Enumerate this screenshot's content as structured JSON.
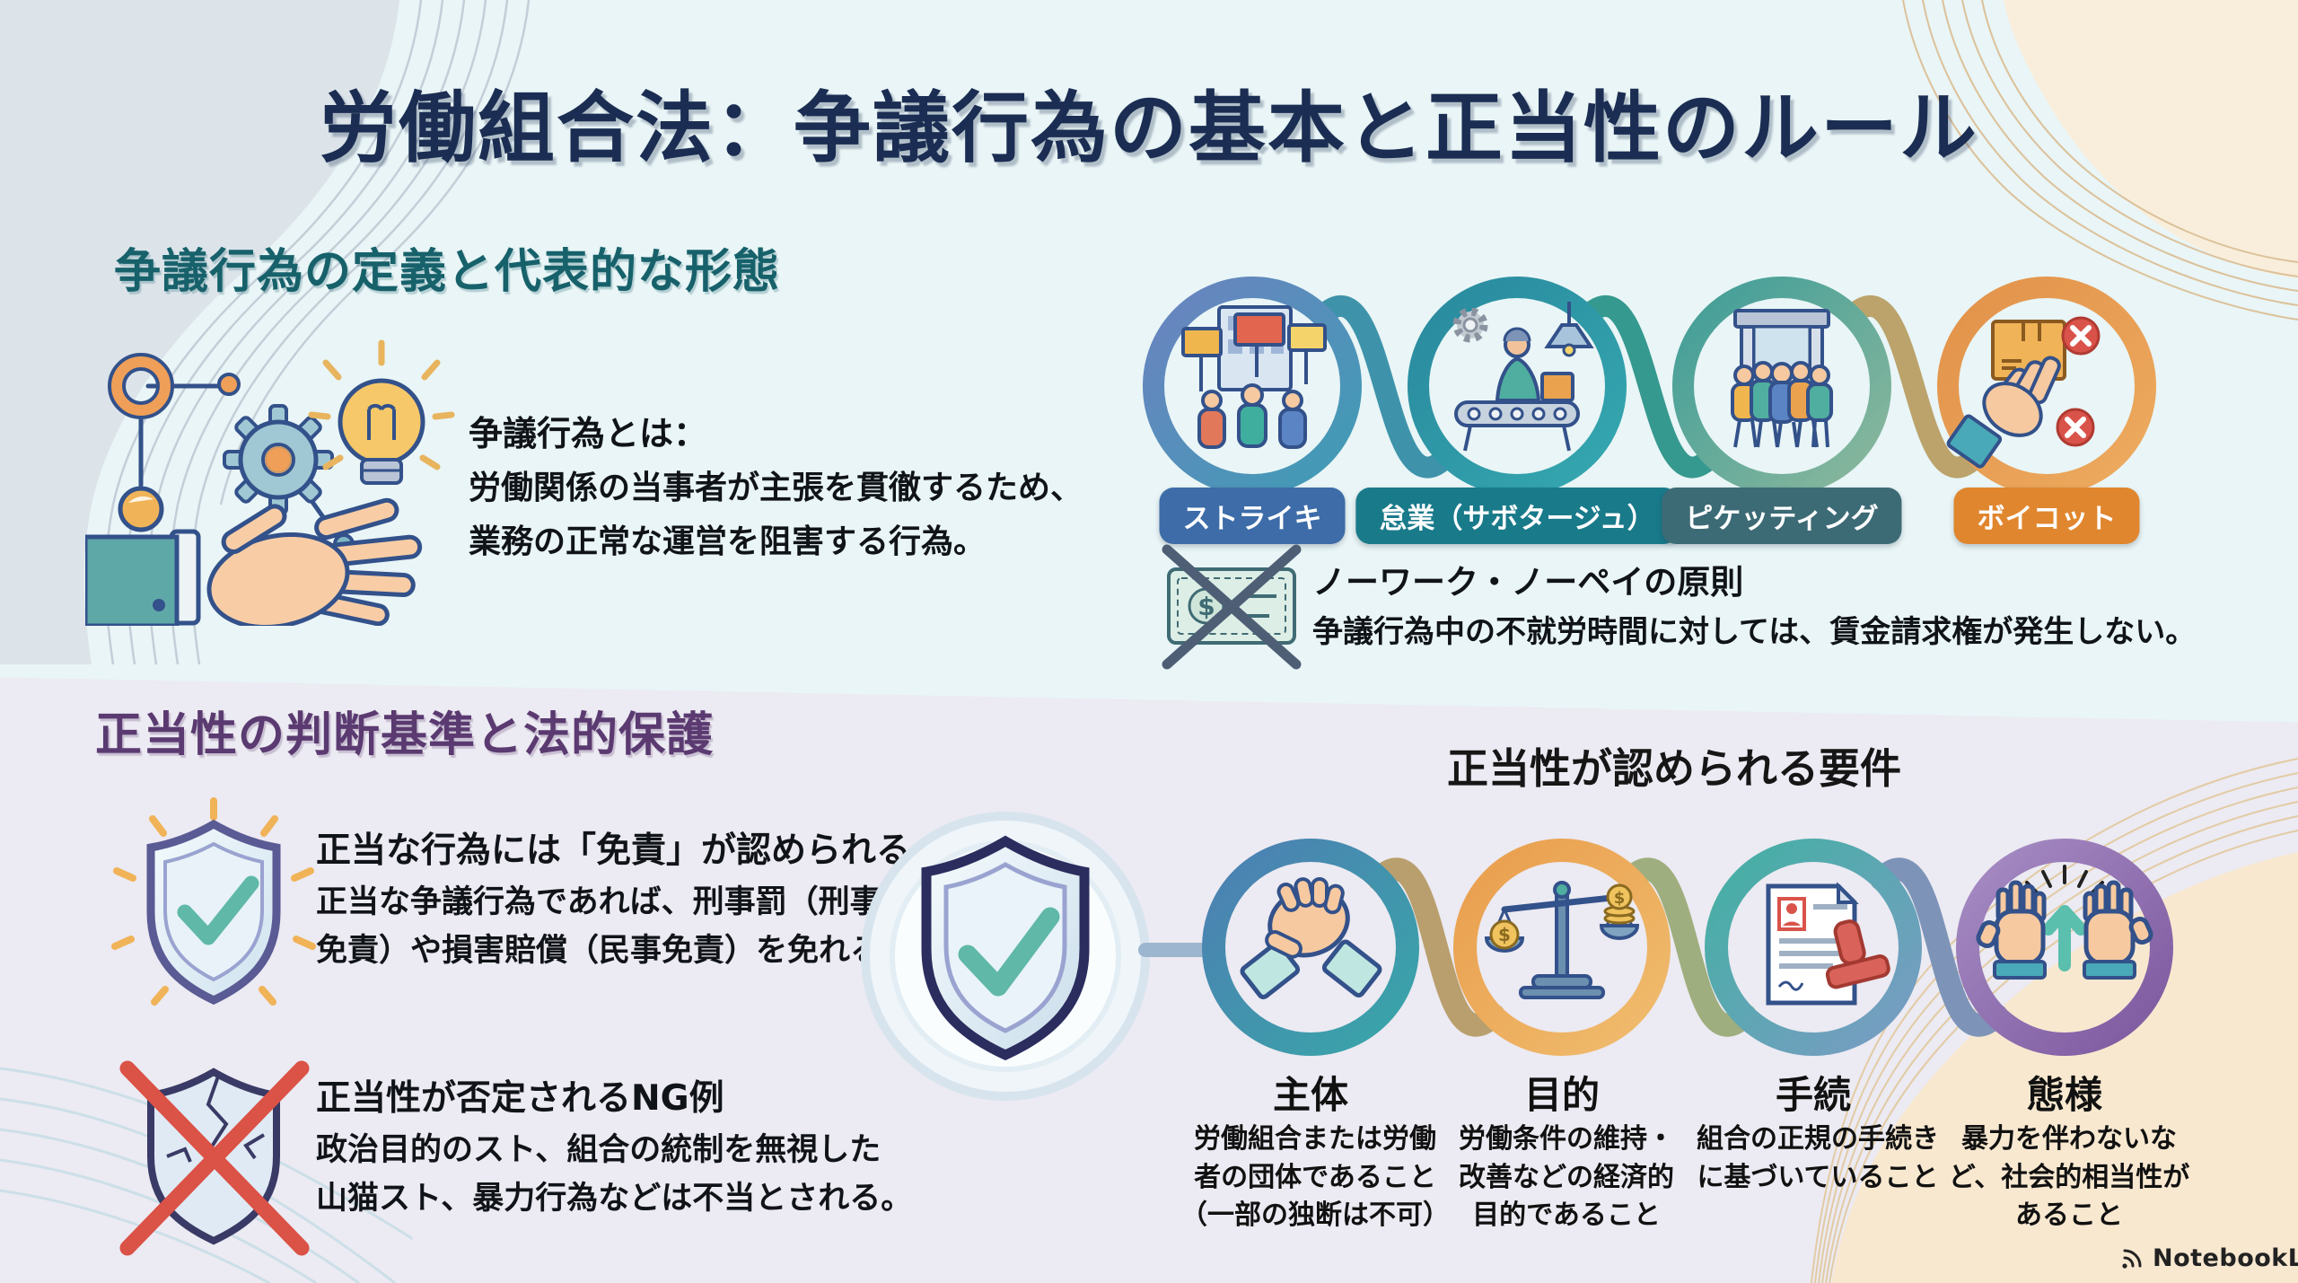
{
  "title": "労働組合法：争議行為の基本と正当性のルール",
  "section1": {
    "heading": "争議行為の定義と代表的な形態",
    "definition": {
      "lead": "争議行為とは：",
      "lines": [
        "労働関係の当事者が主張を貫徹するため、",
        "業務の正常な運営を阻害する行為。"
      ]
    },
    "forms": [
      {
        "label": "ストライキ",
        "color": "#3d6ca8",
        "icon": "crowd-with-placards"
      },
      {
        "label": "怠業（サボタージュ）",
        "color": "#197a8a",
        "icon": "worker-at-conveyor"
      },
      {
        "label": "ピケッティング",
        "color": "#3d6b75",
        "icon": "people-blocking-gate"
      },
      {
        "label": "ボイコット",
        "color": "#e0862e",
        "icon": "hand-refusing-box"
      }
    ],
    "no_work_no_pay": {
      "heading": "ノーワーク・ノーペイの原則",
      "body": "争議行為中の不就労時間に対しては、賃金請求権が発生しない。",
      "icon": "crossed-out-banknote"
    }
  },
  "section2": {
    "heading": "正当性の判断基準と法的保護",
    "immunity": {
      "heading": "正当な行為には「免責」が認められる",
      "lines": [
        "正当な争議行為であれば、刑事罰（刑事",
        "免責）や損害賠償（民事免責）を免れる。"
      ],
      "icon": "shield-with-checkmark"
    },
    "ng": {
      "heading": "正当性が否定されるNG例",
      "lines": [
        "政治目的のスト、組合の統制を無視した",
        "山猫スト、暴力行為などは不当とされる。"
      ],
      "icon": "broken-shield-with-x"
    },
    "requirements": {
      "heading": "正当性が認められる要件",
      "hub_icon": "shield-with-checkmark",
      "items": [
        {
          "title": "主体",
          "icon": "clasped-hands",
          "lines": [
            "労働組合または労働",
            "者の団体であること",
            "（一部の独断は不可）"
          ]
        },
        {
          "title": "目的",
          "icon": "balance-scale-with-coins",
          "lines": [
            "労働条件の維持・",
            "改善などの経済的",
            "目的であること"
          ]
        },
        {
          "title": "手続",
          "icon": "document-with-stamp",
          "lines": [
            "組合の正規の手続き",
            "に基づいていること"
          ]
        },
        {
          "title": "態様",
          "icon": "raised-hands",
          "lines": [
            "暴力を伴わないな",
            "ど、社会的相当性が",
            "あること"
          ]
        }
      ]
    }
  },
  "footer": {
    "brand": "NotebookLM",
    "brand_icon": "notebooklm-arcs"
  },
  "colors": {
    "background_top": "#e9f5f6",
    "background_bottom": "#eceaf2",
    "title": "#1b2d52",
    "section1_heading": "#17616b",
    "section2_heading": "#5a3a70",
    "pill_strike": "#3d6ca8",
    "pill_sabotage": "#197a8a",
    "pill_picketing": "#3d6b75",
    "pill_boycott": "#e0862e",
    "ribbon_blue": "#5b82bd",
    "ribbon_teal": "#2e96a8",
    "ribbon_orange": "#e89a4b",
    "ribbon_purple": "#8a68aa",
    "check_teal": "#5fb8a8",
    "x_red": "#db5246",
    "corner_cream": "#f8e8d0",
    "corner_gray_blue": "#dce4ea"
  }
}
